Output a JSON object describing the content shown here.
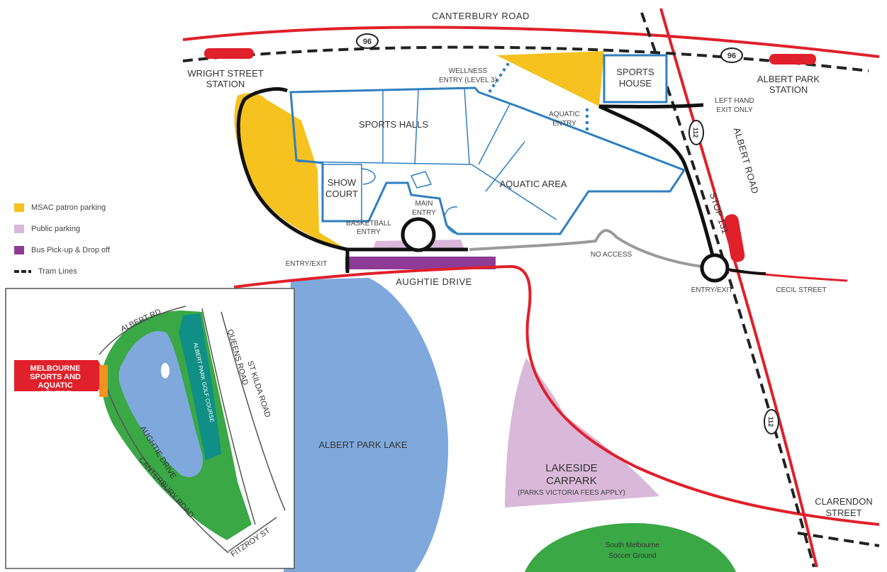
{
  "roads": {
    "canterbury": "CANTERBURY ROAD",
    "albert": "ALBERT ROAD",
    "aughtie": "AUGHTIE DRIVE",
    "cecil": "CECIL STREET",
    "clarendon_1": "CLARENDON",
    "clarendon_2": "STREET"
  },
  "stations": {
    "wright_1": "WRIGHT STREET",
    "wright_2": "STATION",
    "albert_park_1": "ALBERT PARK",
    "albert_park_2": "STATION"
  },
  "tram_routes": {
    "r96": "96",
    "r112": "112",
    "stop": "STOP 131"
  },
  "buildings": {
    "sports_halls": "SPORTS HALLS",
    "show_court_1": "SHOW",
    "show_court_2": "COURT",
    "aquatic_area": "AQUATIC AREA",
    "sports_house_1": "SPORTS",
    "sports_house_2": "HOUSE"
  },
  "entries": {
    "wellness_1": "WELLNESS",
    "wellness_2": "ENTRY (LEVEL 3)",
    "aquatic_1": "AQUATIC",
    "aquatic_2": "ENTRY",
    "main_1": "MAIN",
    "main_2": "ENTRY",
    "basketball_1": "BASKETBALL",
    "basketball_2": "ENTRY",
    "entry_exit_left": "ENTRY/EXIT",
    "entry_exit_right": "ENTRY/EXIT",
    "no_access": "NO ACCESS",
    "left_hand_1": "LEFT HAND",
    "left_hand_2": "EXIT ONLY"
  },
  "places": {
    "lake": "ALBERT PARK LAKE",
    "lakeside_1": "LAKESIDE",
    "lakeside_2": "CARPARK",
    "lakeside_fees": "(PARKS VICTORIA FEES APPLY)",
    "soccer_1": "South Melbourne",
    "soccer_2": "Soccer Ground"
  },
  "legend": {
    "items": [
      {
        "label": "MSAC patron parking",
        "color": "#f5c220"
      },
      {
        "label": "Public parking",
        "color": "#d9b8da"
      },
      {
        "label": "Bus Pick-up & Drop off",
        "color": "#8e3b96"
      },
      {
        "label": "Tram Lines",
        "color": "#222222"
      }
    ]
  },
  "inset": {
    "albert_rd": "ALBERT RD",
    "queens_road": "QUEENS ROAD",
    "st_kilda_road": "ST KILDA ROAD",
    "golf_course": "ALBERT PARK GOLF COURSE",
    "aughtie_drive": "AUGHTIE DRIVE",
    "canterbury_road": "CANTERBURY ROAD",
    "fitzroy_st": "FITZROY ST",
    "msac_1": "MELBOURNE",
    "msac_2": "SPORTS AND",
    "msac_3": "AQUATIC",
    "msac_4": "CENTRE"
  },
  "colors": {
    "road_red": "#e0202a",
    "building_blue": "#2f7fc1",
    "lake_blue": "#7fa9dc",
    "parking_yellow": "#f5c220",
    "public_parking": "#d9b8da",
    "bus_purple": "#8e3b96",
    "park_green": "#39a845",
    "golf_teal": "#0f8f86"
  }
}
